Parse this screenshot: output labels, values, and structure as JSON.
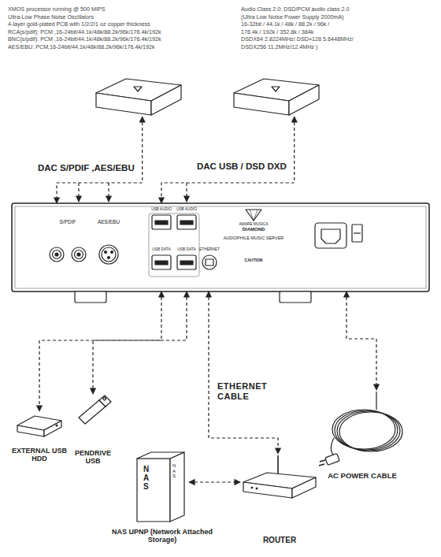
{
  "diagram": {
    "nodes": [
      {
        "text": [
          "DAC S/PDIF ,AES/EBU"
        ]
      },
      {
        "text": [
          "DAC USB / DSD DXD"
        ]
      },
      {
        "text": [
          "S/PDIF",
          "AES/EBU",
          "USB AUDIO",
          "USB AUDIO",
          "USB DATA",
          "USB DATA",
          "ETHERNET",
          "AMARE MUSICA",
          "DIAMOND",
          "AUDIOPHILE MUSIC SERVER",
          "CAUTION"
        ]
      },
      {
        "text": [
          "EXTERNAL USB HDD"
        ]
      },
      {
        "text": [
          "PENDRIVE USB"
        ]
      },
      {
        "text": [
          "NAS",
          "NAS",
          "NAS UPNP (Network Attached Storage)"
        ]
      },
      {
        "text": [
          "ROUTER"
        ]
      },
      {
        "text": [
          "AC POWER CABLE"
        ]
      }
    ],
    "edges": [
      {
        "from": 0,
        "to": 2,
        "arrow": "both"
      },
      {
        "from": 1,
        "to": 2,
        "arrow": "both"
      },
      {
        "from": 2,
        "to": 3,
        "arrow": "both"
      },
      {
        "from": 2,
        "to": 4,
        "arrow": "both"
      },
      {
        "from": 2,
        "to": 6,
        "label": "ETHERNET CABLE",
        "arrow": "both"
      },
      {
        "from": 5,
        "to": 6,
        "arrow": "both"
      },
      {
        "from": 2,
        "to": 7,
        "arrow": "both"
      }
    ],
    "labels": [
      "XMOS processor running @ 500 MIPS",
      "Ultra-Low Phase Noise Oscillators",
      "4-layer gold-plated PCB with 1/2/2/1 oz copper thickness",
      "RCA(s/pdif): PCM ,16-24bit/44.1k/48k/88.2k/96k/176.4k/192k",
      "BNC(s/pdif): PCM ,16-24bit/44.1k/48k/88.2k/96k/176.4k/192k",
      "AES/EBU:     PCM,16-24bit/44.1k/48k/88.2k/96k/176.4k/192k",
      "Audio Class 2.0: DSD/PCM audio class 2.0",
      "(Ultra Low Noise Power Supply 2000mA)",
      "16-32bit / 44.1k / 48k / 88.2k / 96k /",
      "176.4k / 192k / 352.8k / 384k",
      "DSDX64 2.8224MHz/ DSD×128 5.6448MHz/",
      "DSDX256 11.2MHz/12.4MHz )"
    ]
  }
}
